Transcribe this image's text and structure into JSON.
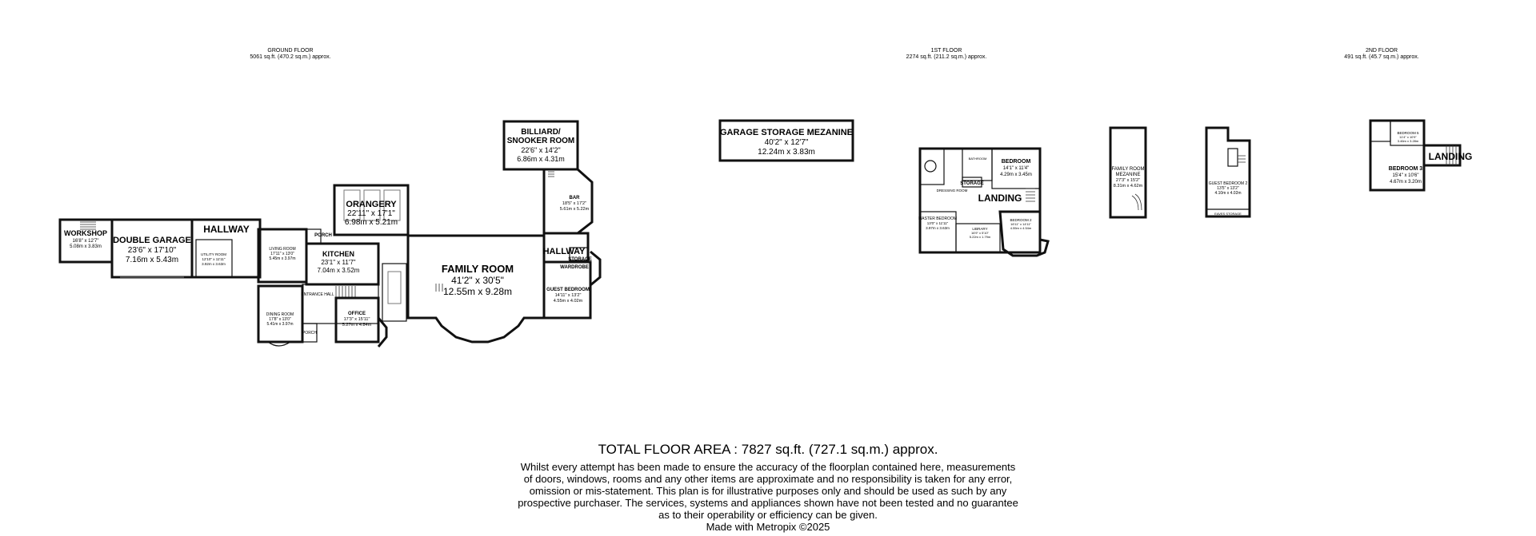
{
  "floors": [
    {
      "name": "GROUND FLOOR",
      "area": "5061 sq.ft. (470.2 sq.m.) approx."
    },
    {
      "name": "1ST FLOOR",
      "area": "2274 sq.ft. (211.2 sq.m.) approx."
    },
    {
      "name": "2ND FLOOR",
      "area": "491 sq.ft. (45.7 sq.m.) approx."
    }
  ],
  "rooms": {
    "workshop": {
      "name": "WORKSHOP",
      "imperial": "16'8\" x 12'7\"",
      "metric": "5.08m x 3.83m"
    },
    "double_garage": {
      "name": "DOUBLE GARAGE",
      "imperial": "23'6\" x 17'10\"",
      "metric": "7.16m x 5.43m"
    },
    "hallway_gf": {
      "name": "HALLWAY"
    },
    "utility": {
      "name": "UTILITY ROOM",
      "imperial": "12'10\" x 11'11\"",
      "metric": "3.92m x 3.63m"
    },
    "living": {
      "name": "LIVING ROOM",
      "imperial": "17'11\" x 13'0\"",
      "metric": "5.45m x 3.97m"
    },
    "porch_top": {
      "name": "PORCH"
    },
    "orangery": {
      "name": "ORANGERY",
      "imperial": "22'11\" x 17'1\"",
      "metric": "6.98m x 5.21m"
    },
    "kitchen": {
      "name": "KITCHEN",
      "imperial": "23'1\" x 11'7\"",
      "metric": "7.04m x 3.52m"
    },
    "entrance": {
      "name": "ENTRANCE HALL"
    },
    "dining": {
      "name": "DINING ROOM",
      "imperial": "17'8\" x 13'0\"",
      "metric": "5.41m x 3.97m"
    },
    "porch_bottom": {
      "name": "PORCH"
    },
    "office": {
      "name": "OFFICE",
      "imperial": "17'3\" x 15'11\"",
      "metric": "5.27m x 4.84m"
    },
    "family": {
      "name": "FAMILY ROOM",
      "imperial": "41'2\" x 30'5\"",
      "metric": "12.55m x 9.28m"
    },
    "billiard": {
      "name1": "BILLIARD/",
      "name2": "SNOOKER ROOM",
      "imperial": "22'6\" x 14'2\"",
      "metric": "6.86m x 4.31m"
    },
    "bar": {
      "name": "BAR",
      "imperial": "18'5\" x 17'2\"",
      "metric": "5.61m x 5.22m"
    },
    "hallway_east": {
      "name": "HALLWAY"
    },
    "storage_gf": {
      "name": "STORAGE"
    },
    "wardrobe": {
      "name": "WARDROBE"
    },
    "guest_bed_gf": {
      "name": "GUEST BEDROOM",
      "imperial": "14'11\" x 13'2\"",
      "metric": "4.55m x 4.02m"
    },
    "garage_mezz": {
      "name": "GARAGE STORAGE MEZANINE",
      "imperial": "40'2\" x 12'7\"",
      "metric": "12.24m x 3.83m"
    },
    "bedroom_1f": {
      "name": "BEDROOM",
      "imperial": "14'1\" x 11'4\"",
      "metric": "4.29m x 3.45m"
    },
    "bathroom_1f": {
      "name": "BATHROOM"
    },
    "storage_1f": {
      "name": "STORAGE"
    },
    "landing_1f": {
      "name": "LANDING"
    },
    "dressing": {
      "name": "DRESSING ROOM"
    },
    "master": {
      "name": "MASTER BEDROOM",
      "imperial": "13'0\" x 11'11\"",
      "metric": "3.97m x 3.63m"
    },
    "library": {
      "name": "LIBRARY",
      "imperial": "16'9\" x 5'10\"",
      "metric": "5.22m x 1.79m"
    },
    "bedroom2": {
      "name": "BEDROOM 2",
      "imperial": "16'11\" x 14'11\"",
      "metric": "4.55m x 4.54m"
    },
    "family_mezz": {
      "name1": "FAMILY ROOM",
      "name2": "MEZANINE",
      "imperial": "27'3\" x 15'2\"",
      "metric": "8.31m x 4.62m"
    },
    "guest_bed_1f": {
      "name": "GUEST BEDROOM 2",
      "imperial": "13'5\" x 13'2\"",
      "metric": "4.10m x 4.02m"
    },
    "eaves": {
      "name": "EAVES STORAGE"
    },
    "bedroom5": {
      "name": "BEDROOM 5",
      "imperial": "11'4\" x 10'9\"",
      "metric": "3.46m x 3.28m"
    },
    "bedroom3": {
      "name": "BEDROOM 3",
      "imperial": "15'4\" x 10'6\"",
      "metric": "4.67m x 3.20m"
    },
    "landing_2f": {
      "name": "LANDING"
    }
  },
  "footer": {
    "total": "TOTAL FLOOR AREA : 7827 sq.ft. (727.1 sq.m.) approx.",
    "disclaimer_lines": [
      "Whilst every attempt has been made to ensure the accuracy of the floorplan contained here, measurements",
      "of doors, windows, rooms and any other items are approximate and no responsibility is taken for any error,",
      "omission or mis-statement. This plan is for illustrative purposes only and should be used as such by any",
      "prospective purchaser. The services, systems and appliances shown have not been tested and no guarantee",
      "as to their operability or efficiency can be given."
    ],
    "credit": "Made with Metropix ©2025"
  }
}
